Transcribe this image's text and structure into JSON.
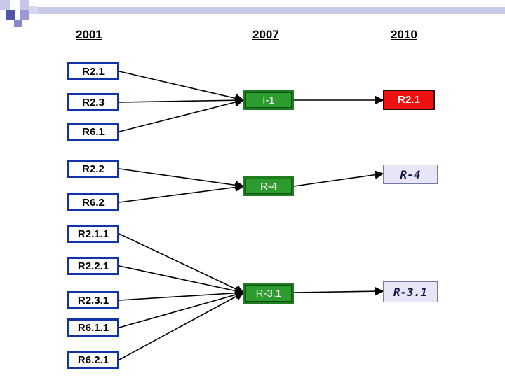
{
  "headers": [
    "2001",
    "2007",
    "2010"
  ],
  "col_2001": [
    "R2.1",
    "R2.3",
    "R6.1",
    "R2.2",
    "R6.2",
    "R2.1.1",
    "R2.2.1",
    "R2.3.1",
    "R6.1.1",
    "R6.2.1"
  ],
  "col_2007": [
    "I-1",
    "R-4",
    "R-3.1"
  ],
  "col_2010": [
    "R2.1",
    "R-4",
    "R-3.1"
  ],
  "links_2001_to_2007": [
    [
      0,
      0
    ],
    [
      1,
      0
    ],
    [
      2,
      0
    ],
    [
      3,
      1
    ],
    [
      4,
      1
    ],
    [
      5,
      2
    ],
    [
      6,
      2
    ],
    [
      7,
      2
    ],
    [
      8,
      2
    ],
    [
      9,
      2
    ]
  ],
  "links_2007_to_2010": [
    [
      0,
      0
    ],
    [
      1,
      1
    ],
    [
      2,
      2
    ]
  ],
  "colors": {
    "blue_border": "#1133aa",
    "green": "#2e9b2e",
    "red": "#ee1111",
    "lavender": "#e6e6f7",
    "arrow": "#000000"
  }
}
